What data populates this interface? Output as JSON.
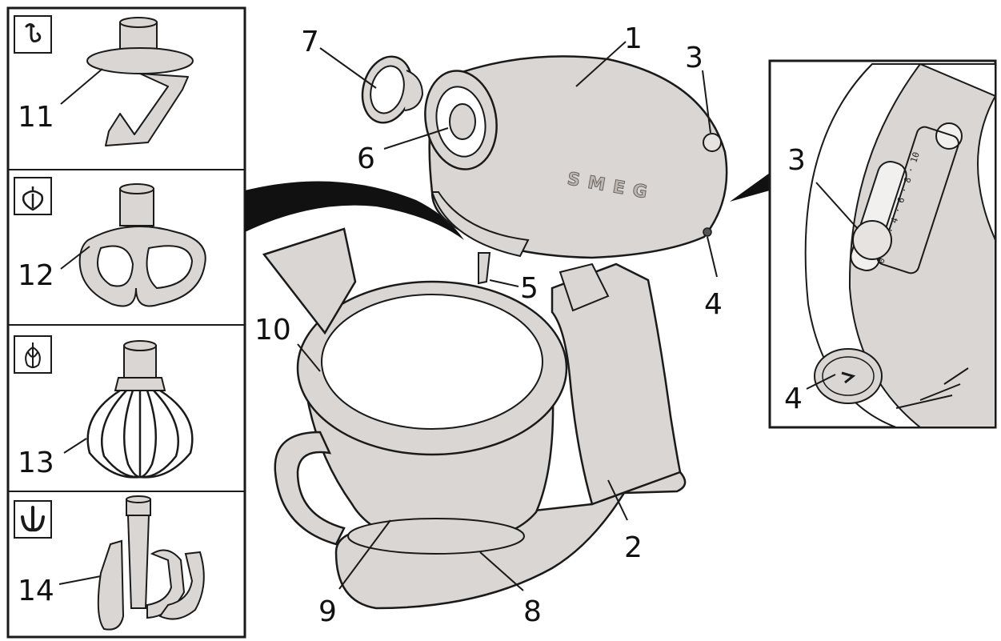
{
  "colors": {
    "line": "#1a1a1a",
    "body_fill": "#d9d6d3",
    "panel_border": "#1a1a1a",
    "background": "#ffffff"
  },
  "brand": "SMEG",
  "speed_scale": "0 1 2 · 4 · 6 · 8 · 10",
  "accessory_panel": {
    "items": [
      {
        "number": "11",
        "icon": "dough-hook-icon"
      },
      {
        "number": "12",
        "icon": "flat-beater-icon"
      },
      {
        "number": "13",
        "icon": "wire-whisk-icon"
      },
      {
        "number": "14",
        "icon": "pastry-hook-icon"
      }
    ]
  },
  "mixer_callouts": {
    "c1": "1",
    "c2": "2",
    "c3": "3",
    "c4": "4",
    "c5": "5",
    "c6": "6",
    "c7": "7",
    "c8": "8",
    "c9": "9",
    "c10": "10"
  },
  "detail_inset": {
    "c3": "3",
    "c4": "4"
  }
}
